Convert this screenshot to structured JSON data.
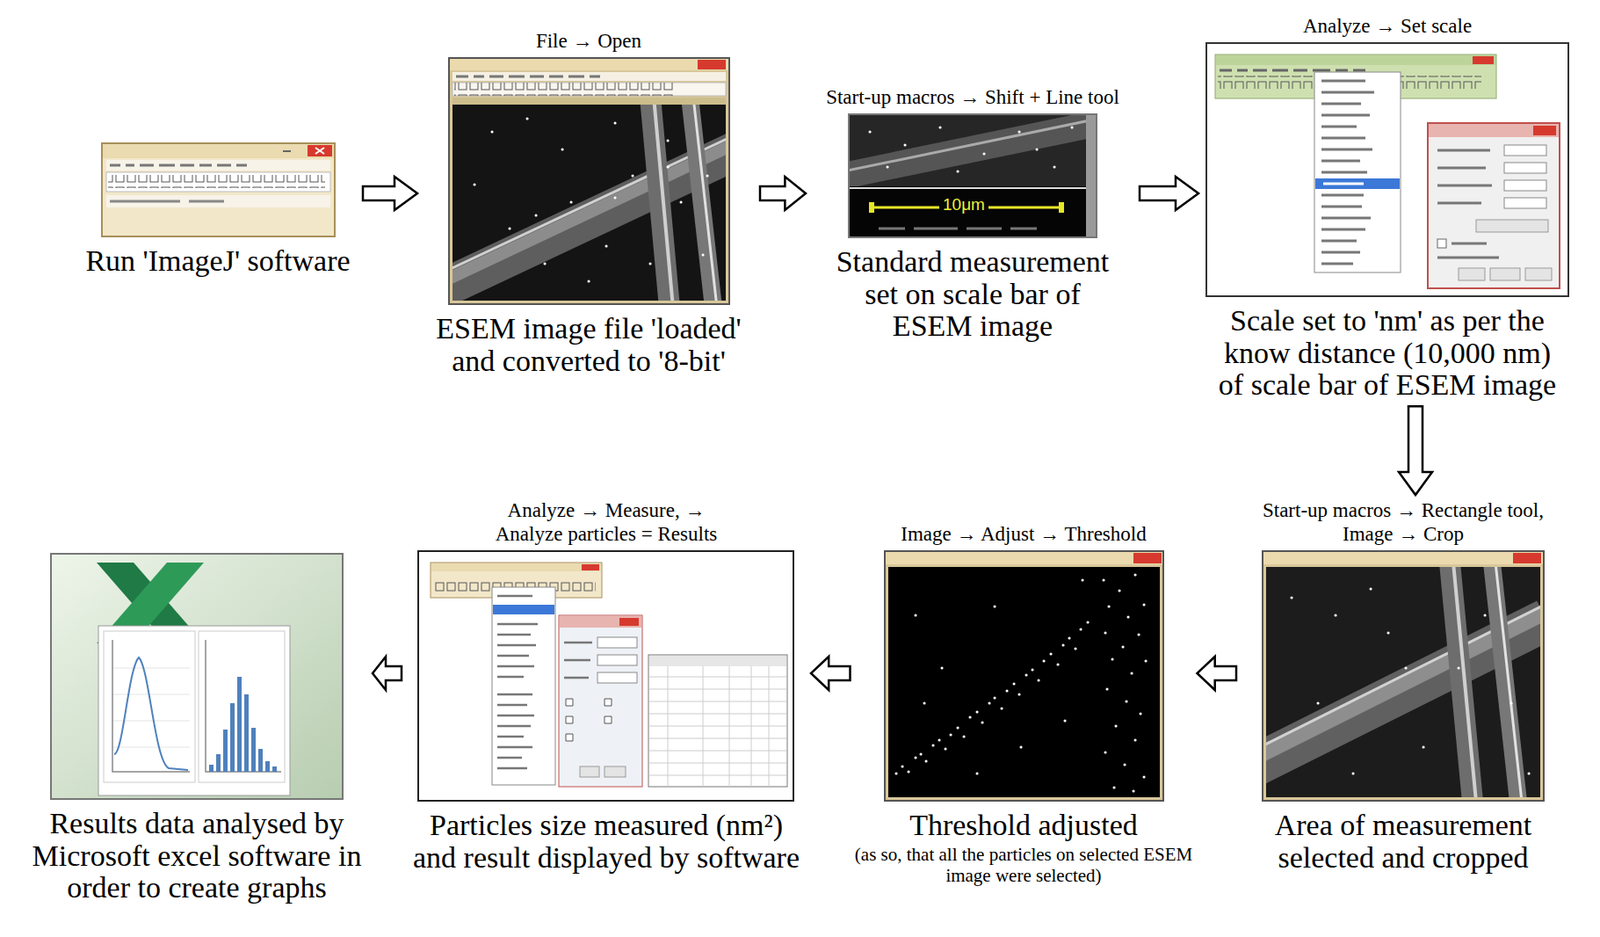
{
  "diagram": {
    "nodes": [
      {
        "text": [
          "Run 'ImageJ' software"
        ]
      },
      {
        "text": [
          "File → Open",
          "ESEM image file 'loaded' and converted to '8-bit'"
        ]
      },
      {
        "text": [
          "Start-up macros → Shift + Line tool",
          "Standard measurement set on scale bar of ESEM image"
        ]
      },
      {
        "text": [
          "Analyze → Set scale",
          "Scale set to 'nm' as per the know distance (10,000 nm) of scale bar of ESEM image"
        ]
      },
      {
        "text": [
          "Start-up macros → Rectangle tool, Image → Crop",
          "Area of measurement selected and cropped"
        ]
      },
      {
        "text": [
          "Image → Adjust → Threshold",
          "Threshold adjusted",
          "(as so, that all the particles on selected ESEM image were selected)"
        ]
      },
      {
        "text": [
          "Analyze → Measure, → Analyze particles = Results",
          "Particles size measured (nm²) and result displayed by software"
        ]
      },
      {
        "text": [
          "Results data analysed by Microsoft excel software in order to create graphs"
        ]
      }
    ],
    "edges": [
      {
        "from": 0,
        "to": 1,
        "arrow": "to"
      },
      {
        "from": 1,
        "to": 2,
        "arrow": "to"
      },
      {
        "from": 2,
        "to": 3,
        "arrow": "to"
      },
      {
        "from": 3,
        "to": 4,
        "arrow": "to"
      },
      {
        "from": 4,
        "to": 5,
        "arrow": "to"
      },
      {
        "from": 5,
        "to": 6,
        "arrow": "to"
      },
      {
        "from": 6,
        "to": 7,
        "arrow": "to"
      }
    ],
    "labels": [
      "10μm"
    ]
  }
}
